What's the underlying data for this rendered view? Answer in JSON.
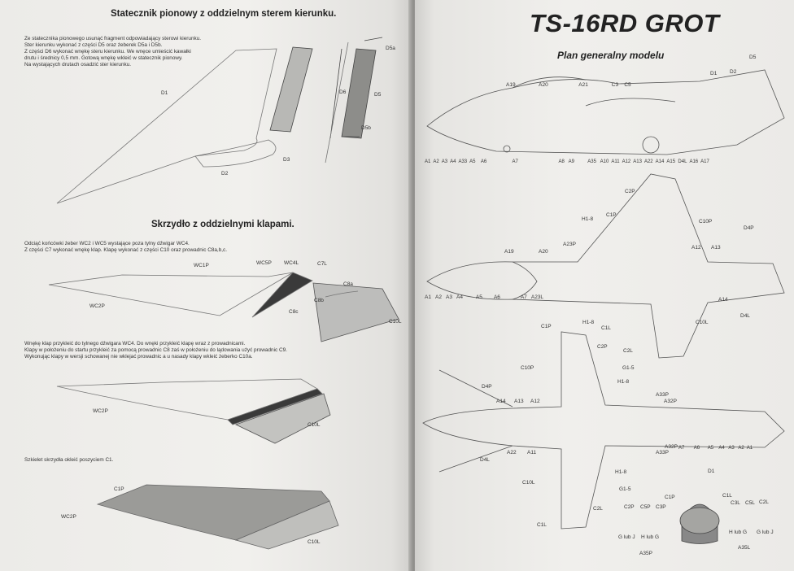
{
  "left_page": {
    "rudder_title": "Statecznik pionowy z oddzielnym sterem kierunku.",
    "rudder_instructions": [
      "Ze statecznika pionowego usunąć fragment odpowiadający sterowi kierunku.",
      "Ster kierunku wykonać z części D5 oraz żeberek D5a i D5b.",
      "Z części D6 wykonać wnękę steru kierunku. We wnęce umieścić kawałki",
      "drutu i średnicy 0,5 mm. Gotową wnękę wkleić w statecznik pionowy.",
      "Na wystających drutach osadzić ster kierunku."
    ],
    "rudder_labels": {
      "d1": "D1",
      "d2": "D2",
      "d3": "D3",
      "d5a": "D5a",
      "d6": "D6",
      "d5": "D5",
      "d5b": "D5b"
    },
    "wing_title": "Skrzydło z oddzielnymi klapami.",
    "wing_instructions": [
      "Odciąć końcówki żeber WC2 i WC5 wystające poza tylny dźwigar WC4.",
      "Z części C7 wykonać wnękę klap. Klapę wykonać z części C10 oraz prowadnic C8a,b,c."
    ],
    "wing_labels": {
      "wc1p": "WC1P",
      "wc5p": "WC5P",
      "wc4l": "WC4L",
      "c7l": "C7L",
      "wc2p": "WC2P",
      "c8a": "C8a",
      "c8b": "C8b",
      "c8c": "C8c",
      "c10l": "C10L"
    },
    "flap_instructions": [
      "Wnękę klap przykleić do tylnego dźwigara WC4. Do wnęki przykleić klapę wraz z prowadnicami.",
      "Klapy w położeniu do startu przykleić za pomocą prowadnic C8 zaś w położeniu do lądowania użyć prowadnic C9.",
      "Wykonując klapy w wersji schowanej nie wklejać prowadnic a u nasady klapy wkleić żeberko C10a."
    ],
    "flap_labels": {
      "wc2p": "WC2P",
      "c10l": "C10L"
    },
    "skin_instruction": "Szkielet skrzydła okleić poszyciem C1.",
    "skin_labels": {
      "c1p": "C1P",
      "wc2p": "WC2P",
      "c10l": "C10L"
    }
  },
  "right_page": {
    "title": "TS-16RD GROT",
    "subtitle": "Plan generalny modelu",
    "side_view": {
      "top": [
        "A19",
        "A20",
        "A21",
        "C3",
        "C5",
        "D1",
        "D2",
        "D5"
      ],
      "bottom": [
        "A1",
        "A2",
        "A3",
        "A4",
        "A33",
        "A5",
        "A6",
        "A7",
        "A8",
        "A9",
        "A35",
        "A10",
        "A11",
        "A12",
        "A13",
        "A22",
        "A14",
        "A15",
        "D4L",
        "A16",
        "A17"
      ]
    },
    "top_view": [
      "C2P",
      "C1P",
      "H1-8",
      "C10P",
      "D4P",
      "A19",
      "A20",
      "A23P",
      "A12",
      "A13",
      "A1",
      "A2",
      "A3",
      "A4",
      "A5",
      "A6",
      "A7",
      "A23L",
      "A14",
      "D4L",
      "H1-8",
      "C1L",
      "C2L",
      "C10L"
    ],
    "bottom_view": [
      "C1P",
      "C2P",
      "C10P",
      "G1-5",
      "H1-8",
      "D4P",
      "A14",
      "A13",
      "A12",
      "A33P",
      "A32P",
      "A32P",
      "A33P",
      "A7",
      "A6",
      "A5",
      "A4",
      "A3",
      "A2",
      "A1",
      "A22",
      "A11",
      "D4L",
      "C10L",
      "H1-8",
      "G1-5",
      "C2L",
      "C1L"
    ],
    "front_view": [
      "D1",
      "C1P",
      "C2P",
      "C5P",
      "C3P",
      "C1L",
      "C3L",
      "C5L",
      "C2L",
      "G lub J",
      "H lub G",
      "H lub G",
      "G lub J",
      "A35P",
      "A35L"
    ]
  }
}
